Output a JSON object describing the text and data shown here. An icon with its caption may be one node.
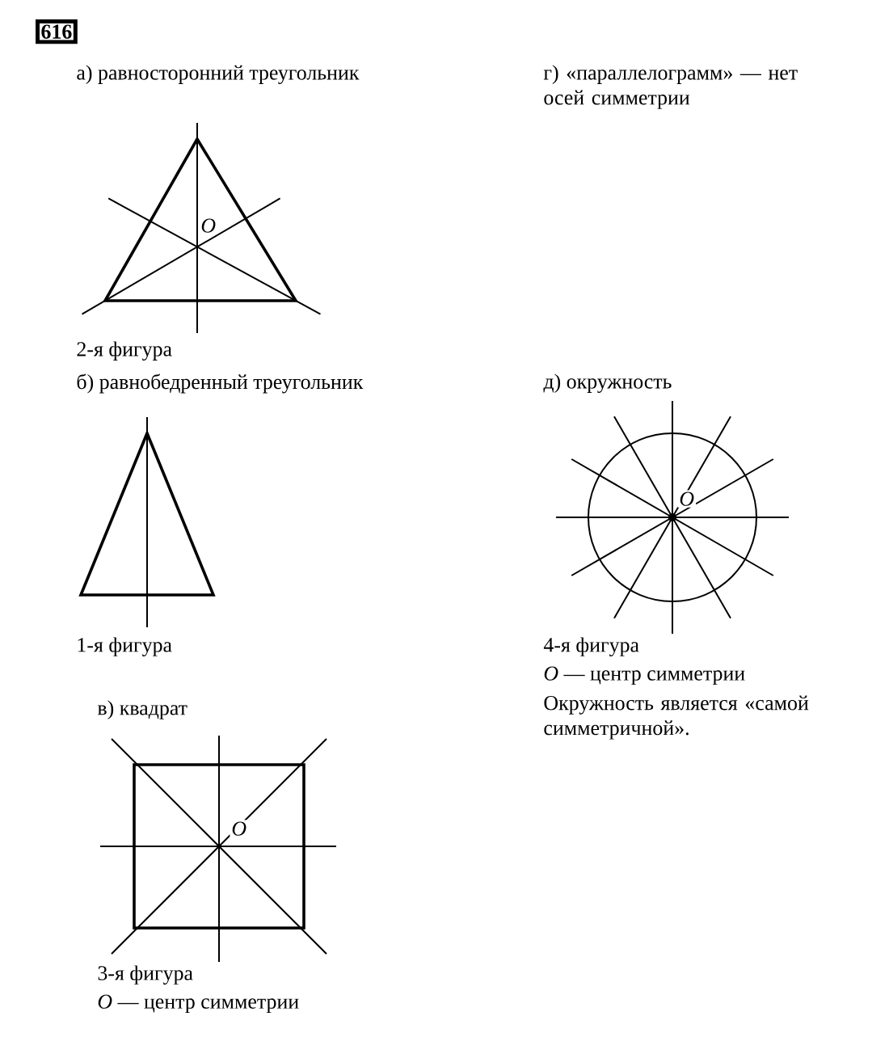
{
  "diagram": {
    "labels": [
      "616",
      "а) равносторонний треугольник",
      "г) «параллелограмм» — нет осей симметрии",
      "O",
      "2-я фигура",
      "б) равнобедренный треугольник",
      "д) окружность",
      "O",
      "1-я фигура",
      "4-я фигура",
      "*O* — центр симметрии",
      "Окружность является «самой симметричной».",
      "в) квадрат",
      "O",
      "3-я фигура",
      "*O* — центр симметрии"
    ]
  }
}
